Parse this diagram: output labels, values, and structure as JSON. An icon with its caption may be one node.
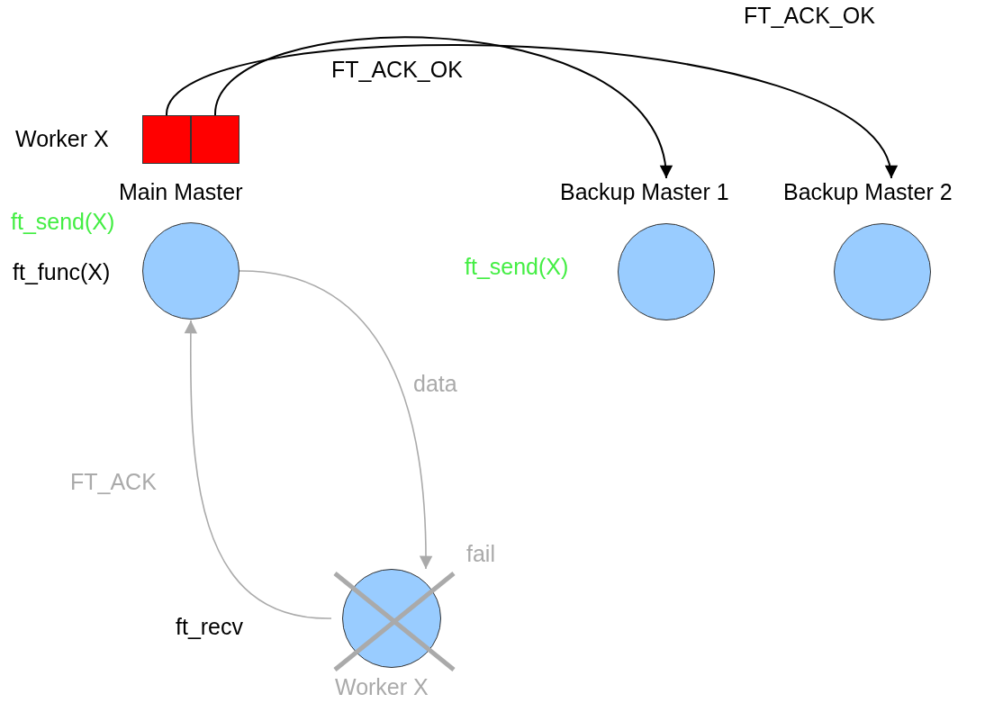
{
  "diagram": {
    "nodes": [
      {
        "text": [],
        "shape": "box",
        "beside": [
          "Worker X"
        ]
      },
      {
        "text": [],
        "shape": "box"
      },
      {
        "text": [],
        "shape": "circle",
        "beside": [
          "ft_send(X)",
          "ft_func(X)"
        ]
      },
      {
        "text": [],
        "shape": "circle",
        "beside": [
          "Backup Master 1",
          "ft_send(X)"
        ]
      },
      {
        "text": [],
        "shape": "circle",
        "beside": [
          "Backup Master 2"
        ]
      },
      {
        "text": [],
        "shape": "circle",
        "beside": [
          "Worker X"
        ]
      }
    ],
    "edges": [
      {
        "from": 0,
        "to": 4,
        "arrow": "to",
        "label": "FT_ACK_OK",
        "color": "#000000"
      },
      {
        "from": 1,
        "to": 3,
        "arrow": "to",
        "label": "FT_ACK_OK",
        "color": "#000000"
      },
      {
        "from": 2,
        "to": 5,
        "arrow": "to",
        "label": "data",
        "color": "#aaaaaa"
      },
      {
        "from": 5,
        "to": 2,
        "arrow": "to",
        "label": "FT_ACK",
        "color": "#aaaaaa"
      }
    ],
    "labels": [
      "Main Master",
      "fail",
      "ft_recv"
    ]
  }
}
